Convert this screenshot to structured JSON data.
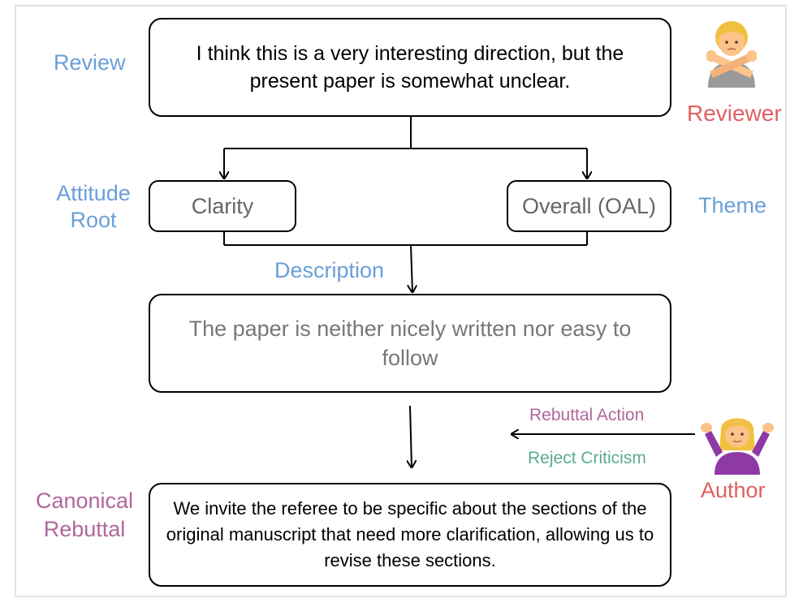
{
  "labels": {
    "review": "Review",
    "attitude_root_line1": "Attitude",
    "attitude_root_line2": "Root",
    "theme": "Theme",
    "description": "Description",
    "reviewer": "Reviewer",
    "author": "Author",
    "rebuttal_action": "Rebuttal Action",
    "reject_criticism": "Reject Criticism",
    "canonical_line1": "Canonical",
    "canonical_line2": "Rebuttal"
  },
  "boxes": {
    "review_text": "I think this is a very interesting direction, but the present paper is somewhat unclear.",
    "attitude_root": "Clarity",
    "theme": "Overall (OAL)",
    "description_text": "The paper is neither nicely written nor easy to follow",
    "rebuttal_text": "We invite the referee to be specific about the sections of the original manuscript that need more clarification, allowing us to revise these sections."
  },
  "icons": {
    "reviewer": "person-gesturing-no-icon",
    "author": "person-shrugging-icon"
  },
  "colors": {
    "label_blue": "#6a9fd8",
    "label_red": "#e06060",
    "label_purple": "#b0679b",
    "label_green": "#5aaa93"
  }
}
